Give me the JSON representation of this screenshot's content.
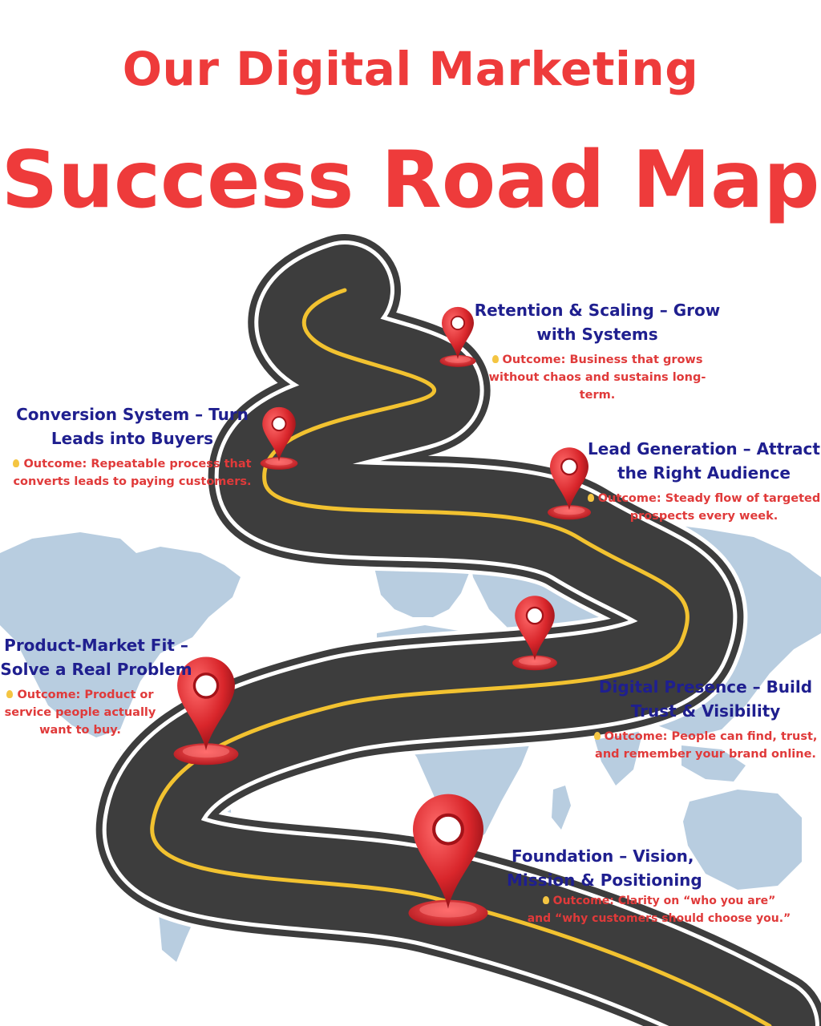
{
  "title": {
    "line1": "Our Digital Marketing",
    "line2": "Success Road Map"
  },
  "outcome_prefix": "Outcome:",
  "colors": {
    "accent": "#ee3b3b",
    "heading": "#1f1f8f",
    "outcome": "#e03a3a",
    "road": "#3d3d3d",
    "center_line": "#f2c230",
    "map": "#b8cde0",
    "pin": "#d9262b"
  },
  "icons": [
    "location-pin-icon",
    "lightbulb-icon"
  ],
  "milestones": [
    {
      "title_1": "Retention & Scaling – Grow",
      "title_2": "with Systems",
      "outcome_1": "Business that grows",
      "outcome_2": "without chaos and sustains long-term."
    },
    {
      "title_1": "Conversion System – Turn",
      "title_2": "Leads into Buyers",
      "outcome_1": "Repeatable process that",
      "outcome_2": "converts leads to paying customers."
    },
    {
      "title_1": "Lead Generation – Attract",
      "title_2": "the Right Audience",
      "outcome_1": "Steady flow of targeted",
      "outcome_2": "prospects every week."
    },
    {
      "title_1": "Product-Market Fit –",
      "title_2": "Solve a Real Problem",
      "outcome_1": "Product or",
      "outcome_2": "service people actually",
      "outcome_3": "want to buy."
    },
    {
      "title_1": "Digital Presence – Build",
      "title_2": "Trust & Visibility",
      "outcome_1": "People can find, trust,",
      "outcome_2": "and remember your brand online."
    },
    {
      "title_1": "Foundation – Vision,",
      "title_2": "Mission & Positioning",
      "outcome_1": "Clarity on “who you are”",
      "outcome_2": "and “why customers should choose you.”"
    }
  ]
}
